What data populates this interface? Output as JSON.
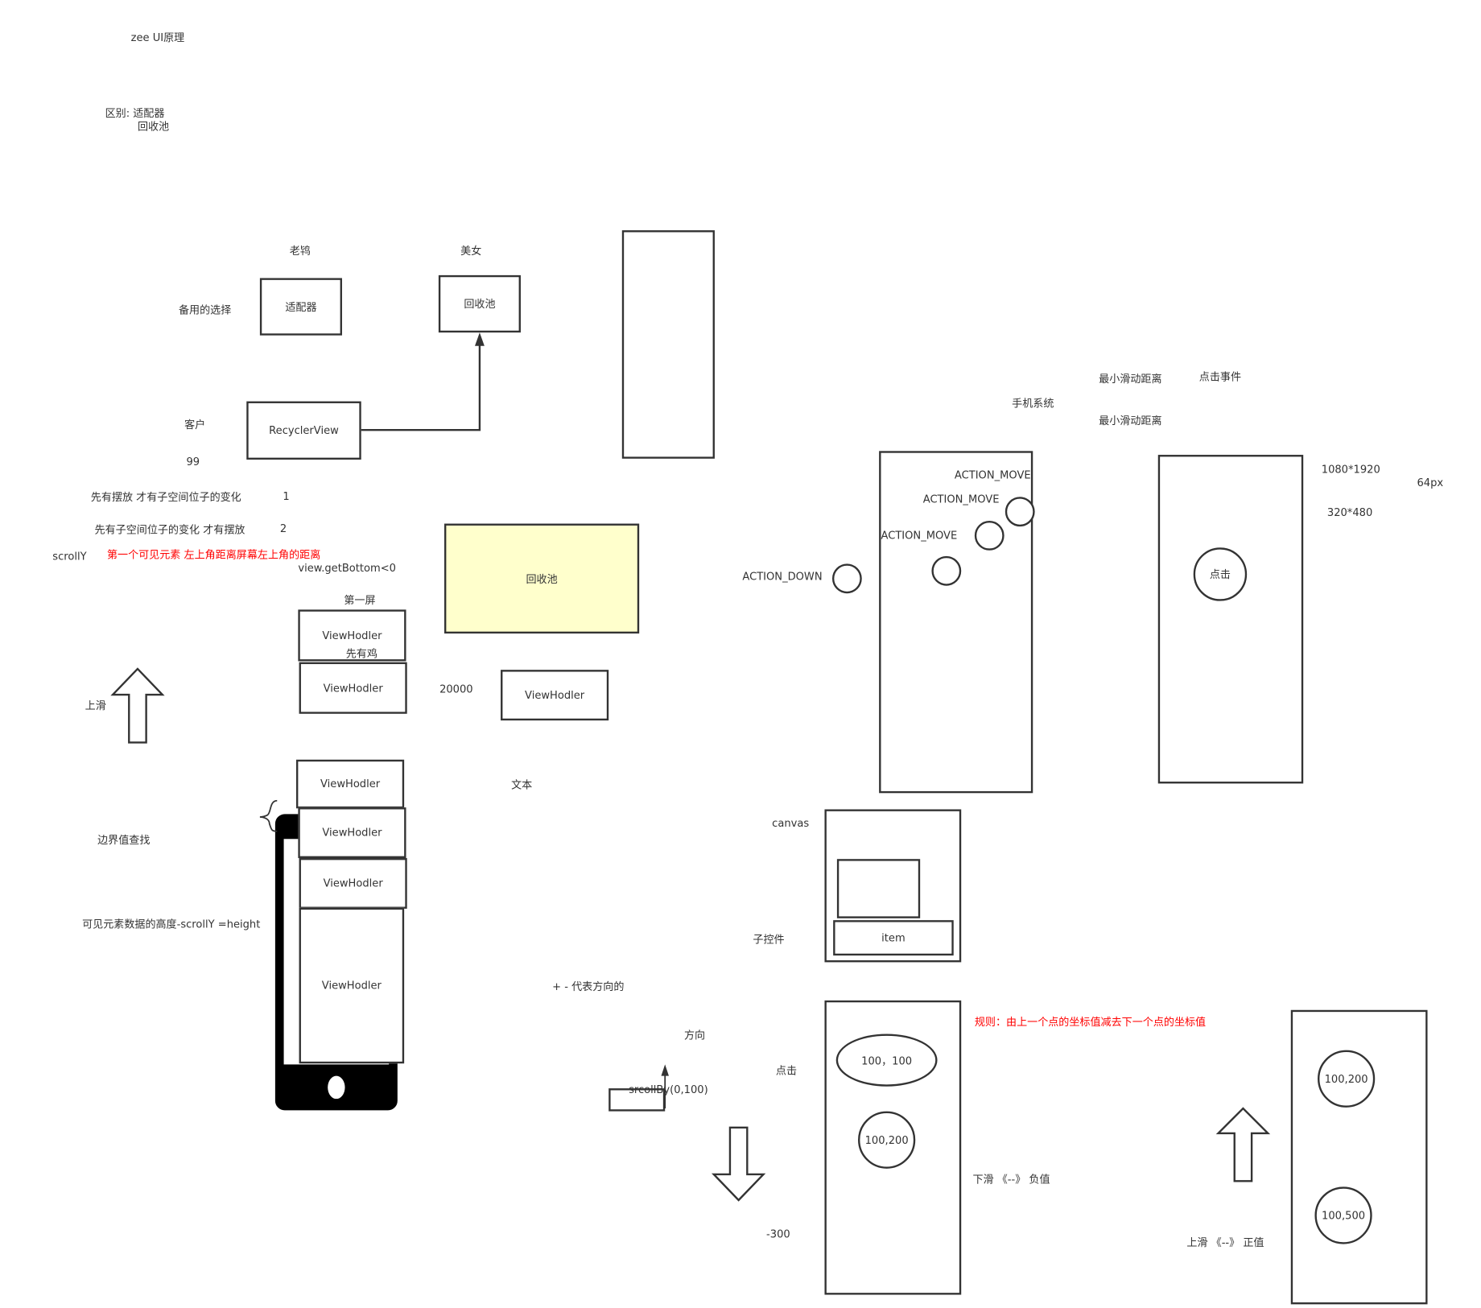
{
  "title": "zee   UI原理",
  "diff": {
    "label": "区别:  适配器",
    "line2": "回收池"
  },
  "adapter": {
    "caption": "老鸨",
    "box": "适配器",
    "side": "备用的选择"
  },
  "pool": {
    "caption": "美女",
    "box": "回收池"
  },
  "client": {
    "label": "客户",
    "box": "RecyclerView",
    "count": "99"
  },
  "order1": {
    "text": "先有摆放   才有子空间位子的变化",
    "num": "1"
  },
  "order2": {
    "text": "先有子空间位子的变化   才有摆放",
    "num": "2"
  },
  "scroll": {
    "label": "scrollY",
    "note": "第一个可见元素 左上角距离屏幕左上角的距离",
    "cond": "view.getBottom<0"
  },
  "yellow_pool": "回收池",
  "first_screen": "第一屏",
  "chicken": "先有鸡",
  "vh": "ViewHodler",
  "n20000": "20000",
  "swipe_up": "上滑",
  "text_label": "文本",
  "boundary": "边界值查找",
  "height_formula": "可见元素数据的高度-scrollY  =height",
  "plus_minus": "+ -  代表方向的",
  "direction": "方向",
  "scrollby": "srcollBy(0,100)",
  "minus300": "-300",
  "click": "点击",
  "pt1": "100，100",
  "pt2": "100,200",
  "pt3": "100,500",
  "rule": "规则：由上一个点的坐标值减去下一个点的坐标值",
  "down_neg": "下滑   《--》   负值",
  "up_pos": "上滑   《--》  正值",
  "canvas": "canvas",
  "child": "子控件",
  "item": "item",
  "phone_system": "手机系统",
  "min_slide": "最小滑动距离",
  "click_event": "点击事件",
  "action_move": "ACTION_MOVE",
  "action_down": "ACTION_DOWN",
  "res1": "1080*1920",
  "res2": "320*480",
  "px64": "64px",
  "colors": {
    "stroke": "#333333",
    "red": "#ff0000",
    "yellow": "#ffffcc"
  }
}
